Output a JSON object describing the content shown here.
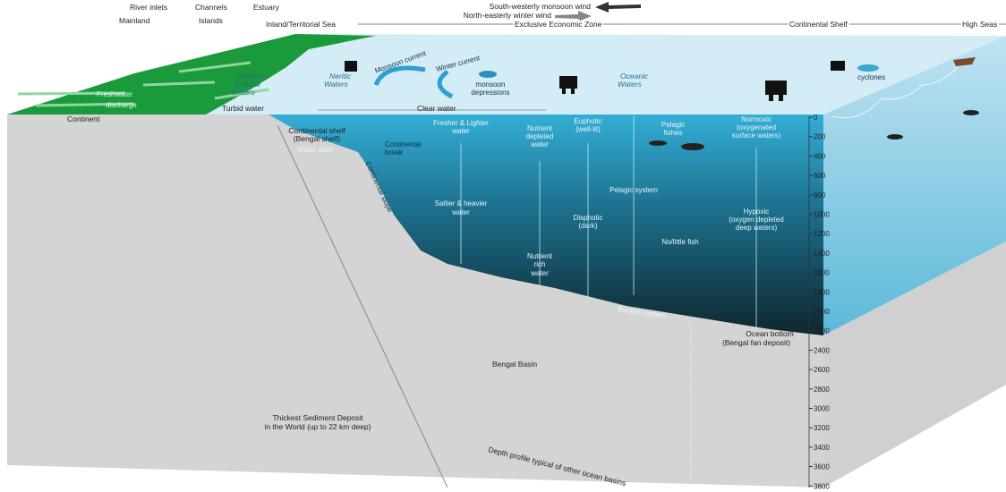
{
  "winds": {
    "southwest": "South-westerly monsoon wind",
    "northeast": "North-easterly winter wind"
  },
  "zones": [
    "Inland/Territorial Sea",
    "Exclusive Economic Zone",
    "Continental Shelf",
    "High Seas"
  ],
  "land_labels": {
    "river_inlets": "River inlets",
    "channels": "Channels",
    "estuary": "Estuary",
    "mainland": "Mainland",
    "islands": "Islands",
    "freshwater": "Freshwater",
    "discharge": "discharge",
    "continent": "Continent"
  },
  "surface_labels": {
    "shallow": [
      "Shallow",
      "Coastal",
      "Waters"
    ],
    "neritic": [
      "Neritic",
      "Waters"
    ],
    "monsoon_current": "Monsoon current",
    "winter_current": "Winter current",
    "monsoon_depressions": [
      "monsoon",
      "depressions"
    ],
    "oceanic": [
      "Oceanic",
      "Waters"
    ],
    "cyclones": "cyclones",
    "turbid": "Turbid water",
    "clear": "Clear water"
  },
  "section_labels": {
    "shelf": [
      "Continental shelf",
      "(Bengal shelf)"
    ],
    "wider_shelf": "Wider shelf",
    "break": [
      "Continental",
      "break"
    ],
    "slope": "Continental slope",
    "fresher": [
      "Fresher & Lighter",
      "water"
    ],
    "saltier": [
      "Saltier & heavier",
      "water"
    ],
    "nutrient_depleted": [
      "Nutrient",
      "depleted",
      "water"
    ],
    "nutrient_rich": [
      "Nutrient",
      "rich",
      "water"
    ],
    "euphotic": [
      "Euphotic",
      "(well-lit)"
    ],
    "disphotic": [
      "Disphotic",
      "(dark)"
    ],
    "pelagic_fishes": [
      "Pelagic",
      "fishes"
    ],
    "pelagic_system": "Pelagic system",
    "no_fish": "No/little fish",
    "benthic": "Benthic system",
    "normoxic": [
      "Normoxic",
      "(oxygenated",
      "surface waters)"
    ],
    "hypoxic": [
      "Hypoxic",
      "(oxygen depleted",
      "deep waters)"
    ],
    "ocean_bottom": [
      "Ocean bottom",
      "(Bengal fan deposit)"
    ],
    "basin": "Bengal Basin",
    "sediment": [
      "Thickest Sediment Deposit",
      "in the World (up to 22 km deep)"
    ],
    "depth_profile": "Depth profile typical of other ocean basins"
  },
  "depth_ticks": [
    "0",
    "200",
    "400",
    "600",
    "800",
    "1000",
    "1200",
    "1400",
    "1600",
    "1800",
    "2000",
    "2200",
    "2400",
    "2600",
    "2800",
    "3000",
    "3200",
    "3400",
    "3600",
    "3800"
  ],
  "colors": {
    "land": "#1a9a3a",
    "surface": "#cfe9f3",
    "ocean_top": "#34aed6",
    "ocean_bottom": "#0f262e",
    "ground": "#d4d4d4"
  }
}
